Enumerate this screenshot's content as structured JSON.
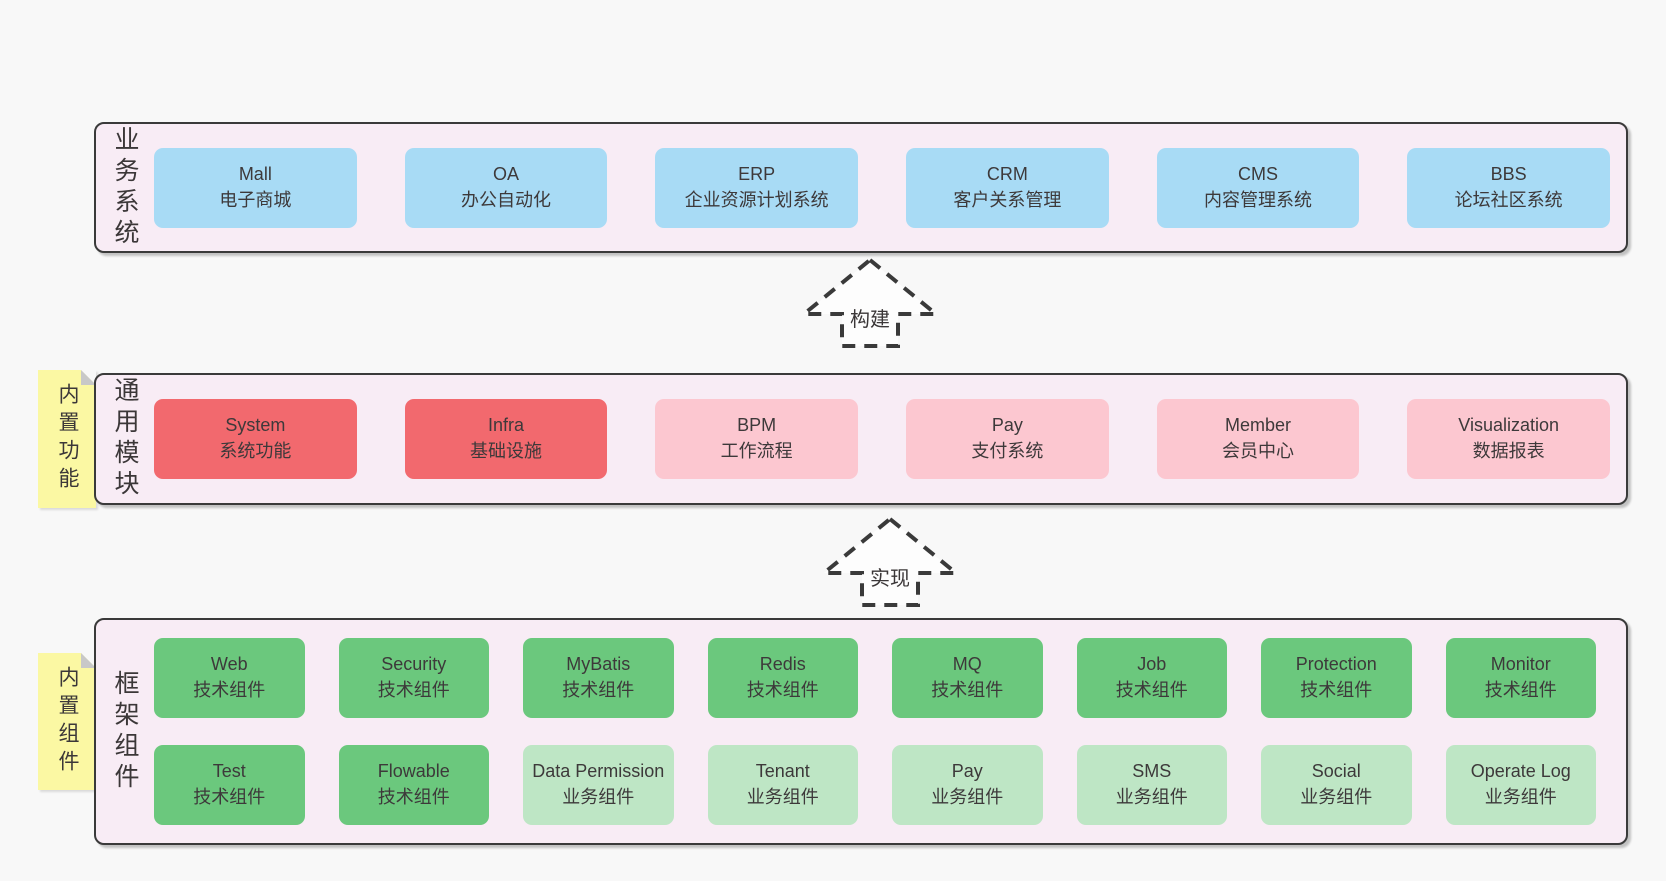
{
  "colors": {
    "page_background": "#f8f8f8",
    "container_bg": "#f8ecf5",
    "container_border": "#3a3a3a",
    "blue_box": "#a8dbf5",
    "red_box": "#f2696e",
    "pink_box": "#fcc7d0",
    "green_box": "#6bc87d",
    "light_green_box": "#bee6c5",
    "note_yellow": "#fbf8a3",
    "text": "#3d393a"
  },
  "arrows": {
    "build": {
      "label": "构建"
    },
    "implement": {
      "label": "实现"
    }
  },
  "layers": {
    "business": {
      "label": "业务系统",
      "boxes": [
        {
          "name": "Mall",
          "desc": "电子商城"
        },
        {
          "name": "OA",
          "desc": "办公自动化"
        },
        {
          "name": "ERP",
          "desc": "企业资源计划系统"
        },
        {
          "name": "CRM",
          "desc": "客户关系管理"
        },
        {
          "name": "CMS",
          "desc": "内容管理系统"
        },
        {
          "name": "BBS",
          "desc": "论坛社区系统"
        }
      ]
    },
    "modules": {
      "label": "通用模块",
      "note": "内置功能",
      "boxes": [
        {
          "name": "System",
          "desc": "系统功能",
          "type": "red"
        },
        {
          "name": "Infra",
          "desc": "基础设施",
          "type": "red"
        },
        {
          "name": "BPM",
          "desc": "工作流程",
          "type": "pink"
        },
        {
          "name": "Pay",
          "desc": "支付系统",
          "type": "pink"
        },
        {
          "name": "Member",
          "desc": "会员中心",
          "type": "pink"
        },
        {
          "name": "Visualization",
          "desc": "数据报表",
          "type": "pink"
        }
      ]
    },
    "components": {
      "label": "框架组件",
      "note": "内置组件",
      "row1": [
        {
          "name": "Web",
          "desc": "技术组件",
          "type": "green"
        },
        {
          "name": "Security",
          "desc": "技术组件",
          "type": "green"
        },
        {
          "name": "MyBatis",
          "desc": "技术组件",
          "type": "green"
        },
        {
          "name": "Redis",
          "desc": "技术组件",
          "type": "green"
        },
        {
          "name": "MQ",
          "desc": "技术组件",
          "type": "green"
        },
        {
          "name": "Job",
          "desc": "技术组件",
          "type": "green"
        },
        {
          "name": "Protection",
          "desc": "技术组件",
          "type": "green"
        },
        {
          "name": "Monitor",
          "desc": "技术组件",
          "type": "green"
        }
      ],
      "row2": [
        {
          "name": "Test",
          "desc": "技术组件",
          "type": "green"
        },
        {
          "name": "Flowable",
          "desc": "技术组件",
          "type": "green"
        },
        {
          "name": "Data Permission",
          "desc": "业务组件",
          "type": "light-green"
        },
        {
          "name": "Tenant",
          "desc": "业务组件",
          "type": "light-green"
        },
        {
          "name": "Pay",
          "desc": "业务组件",
          "type": "light-green"
        },
        {
          "name": "SMS",
          "desc": "业务组件",
          "type": "light-green"
        },
        {
          "name": "Social",
          "desc": "业务组件",
          "type": "light-green"
        },
        {
          "name": "Operate Log",
          "desc": "业务组件",
          "type": "light-green"
        }
      ]
    }
  }
}
